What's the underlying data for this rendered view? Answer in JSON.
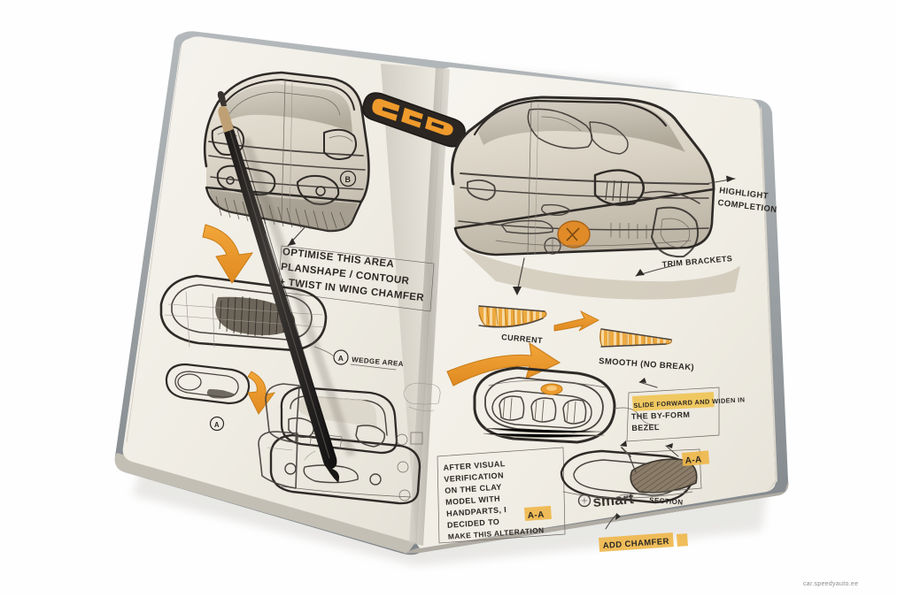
{
  "scene": {
    "title": "Open sketchbook with smart car design sketches",
    "background_color": "#ffffff",
    "page_color": "#f2efe7",
    "cover_color": "#9aa0a4",
    "ink_color": "#2e2a27",
    "accent_orange": "#e8962e",
    "highlight_yellow": "#f0c24a"
  },
  "left_page": {
    "badge": {
      "name": "car-badge-sketch",
      "style": "orange on dark lozenge"
    },
    "annotations": [
      {
        "id": "note-optimise",
        "lines": [
          "OPTIMISE THIS AREA",
          "PLANSHAPE / CONTOUR",
          "+ TWIST IN WING CHAMFER"
        ]
      },
      {
        "id": "callout-a",
        "marker": "A",
        "label": "WEDGE AREA"
      },
      {
        "id": "marker-b",
        "marker": "B"
      },
      {
        "id": "marker-a-lower",
        "marker": "A"
      }
    ],
    "sketches": [
      {
        "name": "front-three-quarter-car-sketch"
      },
      {
        "name": "headlamp-detail-sketch"
      },
      {
        "name": "lamp-plan-sketch"
      },
      {
        "name": "rear-three-quarter-car-sketch"
      }
    ],
    "arrows": [
      {
        "name": "orange-arrow-down-large"
      },
      {
        "name": "orange-arrow-down-small"
      }
    ]
  },
  "right_page": {
    "annotations": [
      {
        "id": "note-highlight",
        "lines": [
          "HIGHLIGHT",
          "COMPLETION"
        ]
      },
      {
        "id": "note-trim",
        "lines": [
          "TRIM BRACKETS"
        ]
      },
      {
        "id": "label-current",
        "lines": [
          "CURRENT"
        ]
      },
      {
        "id": "label-smooth",
        "lines": [
          "SMOOTH (NO BREAK)"
        ]
      },
      {
        "id": "note-bezel",
        "highlighted": "SLIDE FORWARD AND WIDEN IN",
        "lines": [
          "THE BY-FORM",
          "BEZEL"
        ]
      },
      {
        "id": "note-clay",
        "lines": [
          "AFTER VISUAL",
          "VERIFICATION",
          "ON THE CLAY",
          "MODEL WITH",
          "HANDPARTS, I",
          "DECIDED TO",
          "MAKE THIS ALTERATION"
        ]
      },
      {
        "id": "tag-aa-left",
        "lines": [
          "A-A"
        ]
      },
      {
        "id": "tag-aa-right",
        "lines": [
          "A-A"
        ]
      },
      {
        "id": "label-section",
        "lines": [
          "SECTION"
        ]
      },
      {
        "id": "tag-add-chamfer",
        "lines": [
          "ADD CHAMFER"
        ]
      },
      {
        "id": "brand-mark",
        "lines": [
          "smart"
        ]
      }
    ],
    "sketches": [
      {
        "name": "rear-three-quarter-car-sketch-large"
      },
      {
        "name": "headlamp-large-detail-sketch"
      },
      {
        "name": "section-profile-sketch"
      },
      {
        "name": "lamp-lens-section-sketch"
      },
      {
        "name": "striped-wedge-current"
      },
      {
        "name": "striped-wedge-smooth"
      }
    ],
    "arrows": [
      {
        "name": "orange-arrow-right-small"
      },
      {
        "name": "orange-arrow-right-large"
      },
      {
        "name": "pointer-arrow-highlight"
      },
      {
        "name": "pointer-arrow-trim"
      }
    ]
  },
  "objects": [
    {
      "name": "pen-resting-on-pages",
      "color": "#2a2724",
      "tip_color": "#c2a277"
    }
  ],
  "watermark": {
    "text": "car.speedyauto.ee"
  }
}
